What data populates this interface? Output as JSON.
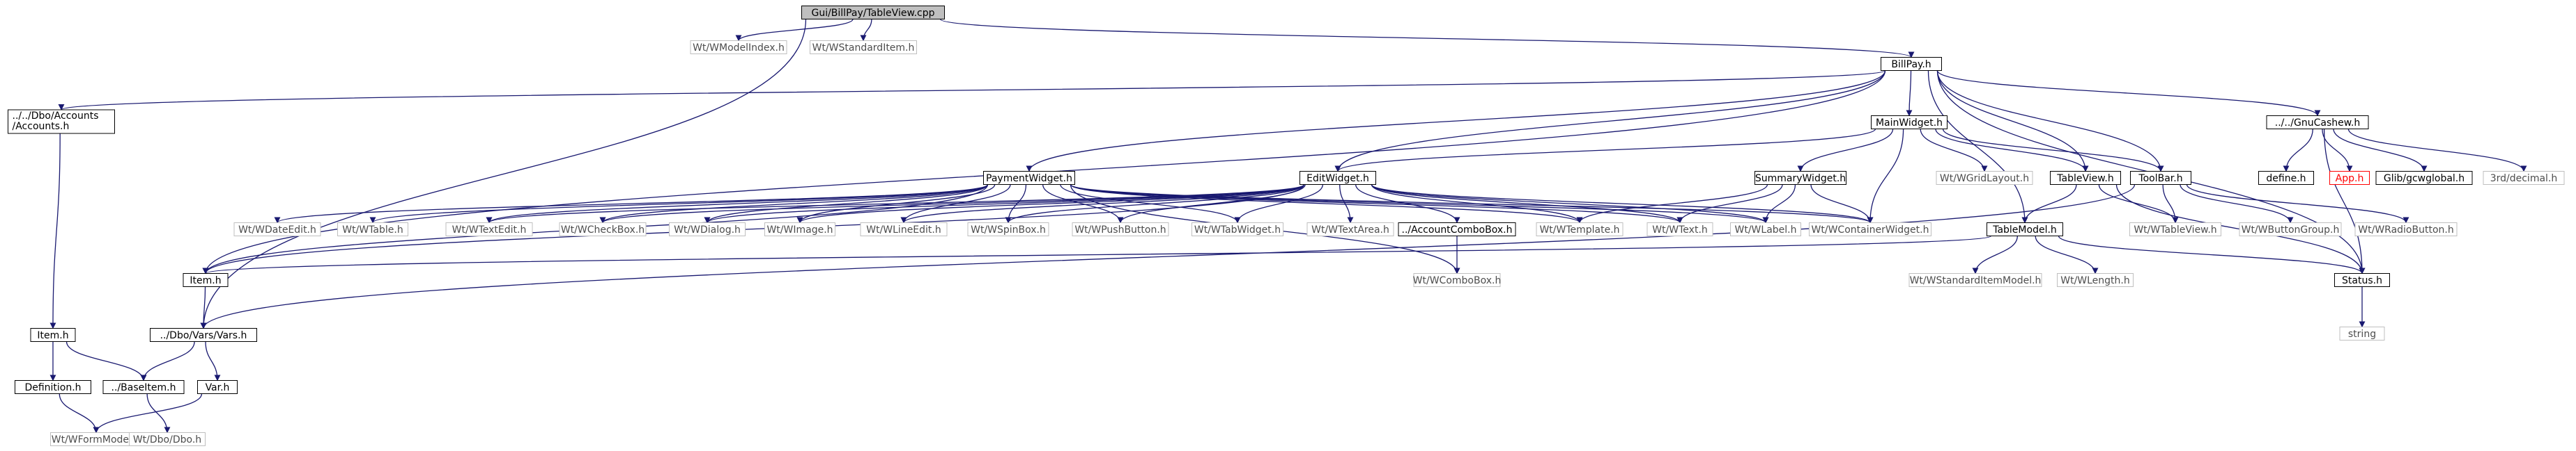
{
  "colors": {
    "edge": "#191970",
    "node_fill": "#ffffff",
    "node_stroke": "#000000",
    "node_text": "#000000",
    "external_stroke": "#bfbfbf",
    "external_text": "#4d4d4d",
    "root_fill": "#bfbfbf",
    "missing_stroke": "#ff0000",
    "missing_text": "#ff0000"
  },
  "nodes": [
    {
      "id": "tableview_cpp",
      "label": "Gui/BillPay/TableView.cpp",
      "kind": "root"
    },
    {
      "id": "wmodelindex",
      "label": "Wt/WModelIndex.h",
      "kind": "external"
    },
    {
      "id": "wstandarditem",
      "label": "Wt/WStandardItem.h",
      "kind": "external"
    },
    {
      "id": "billpay_h",
      "label": "BillPay.h",
      "kind": "normal"
    },
    {
      "id": "accounts_h",
      "label": "../../Dbo/Accounts\n/Accounts.h",
      "kind": "normal"
    },
    {
      "id": "mainwidget_h",
      "label": "MainWidget.h",
      "kind": "normal"
    },
    {
      "id": "gnucashew_h",
      "label": "../../GnuCashew.h",
      "kind": "normal"
    },
    {
      "id": "paymentwidget_h",
      "label": "PaymentWidget.h",
      "kind": "normal"
    },
    {
      "id": "editwidget_h",
      "label": "EditWidget.h",
      "kind": "normal"
    },
    {
      "id": "summarywidget_h",
      "label": "SummaryWidget.h",
      "kind": "normal"
    },
    {
      "id": "wgridlayout",
      "label": "Wt/WGridLayout.h",
      "kind": "external"
    },
    {
      "id": "tableview_h",
      "label": "TableView.h",
      "kind": "normal"
    },
    {
      "id": "toolbar_h",
      "label": "ToolBar.h",
      "kind": "normal"
    },
    {
      "id": "define_h",
      "label": "define.h",
      "kind": "normal"
    },
    {
      "id": "app_h",
      "label": "App.h",
      "kind": "missing"
    },
    {
      "id": "glib_h",
      "label": "Glib/gcwglobal.h",
      "kind": "normal"
    },
    {
      "id": "decimal",
      "label": "3rd/decimal.h",
      "kind": "external"
    },
    {
      "id": "wdateedit",
      "label": "Wt/WDateEdit.h",
      "kind": "external"
    },
    {
      "id": "wtable",
      "label": "Wt/WTable.h",
      "kind": "external"
    },
    {
      "id": "wtextedit",
      "label": "Wt/WTextEdit.h",
      "kind": "external"
    },
    {
      "id": "wcheckbox",
      "label": "Wt/WCheckBox.h",
      "kind": "external"
    },
    {
      "id": "wdialog",
      "label": "Wt/WDialog.h",
      "kind": "external"
    },
    {
      "id": "wimage",
      "label": "Wt/WImage.h",
      "kind": "external"
    },
    {
      "id": "wlineedit",
      "label": "Wt/WLineEdit.h",
      "kind": "external"
    },
    {
      "id": "wspinbox",
      "label": "Wt/WSpinBox.h",
      "kind": "external"
    },
    {
      "id": "wpushbutton",
      "label": "Wt/WPushButton.h",
      "kind": "external"
    },
    {
      "id": "wtabwidget",
      "label": "Wt/WTabWidget.h",
      "kind": "external"
    },
    {
      "id": "wtextarea",
      "label": "Wt/WTextArea.h",
      "kind": "external"
    },
    {
      "id": "accountcombobox_h",
      "label": "../AccountComboBox.h",
      "kind": "normal"
    },
    {
      "id": "wtemplate",
      "label": "Wt/WTemplate.h",
      "kind": "external"
    },
    {
      "id": "wtext",
      "label": "Wt/WText.h",
      "kind": "external"
    },
    {
      "id": "wlabel",
      "label": "Wt/WLabel.h",
      "kind": "external"
    },
    {
      "id": "wcontainerwidget",
      "label": "Wt/WContainerWidget.h",
      "kind": "external"
    },
    {
      "id": "tablemodel_h",
      "label": "TableModel.h",
      "kind": "normal"
    },
    {
      "id": "wtableview",
      "label": "Wt/WTableView.h",
      "kind": "external"
    },
    {
      "id": "wbuttongroup",
      "label": "Wt/WButtonGroup.h",
      "kind": "external"
    },
    {
      "id": "wradiobutton",
      "label": "Wt/WRadioButton.h",
      "kind": "external"
    },
    {
      "id": "item_h_upper",
      "label": "Item.h",
      "kind": "normal"
    },
    {
      "id": "wcombobox",
      "label": "Wt/WComboBox.h",
      "kind": "external"
    },
    {
      "id": "wstandarditemmodel",
      "label": "Wt/WStandardItemModel.h",
      "kind": "external"
    },
    {
      "id": "wlength",
      "label": "Wt/WLength.h",
      "kind": "external"
    },
    {
      "id": "status_h",
      "label": "Status.h",
      "kind": "normal"
    },
    {
      "id": "item_h_lower",
      "label": "Item.h",
      "kind": "normal"
    },
    {
      "id": "vars_h",
      "label": "../Dbo/Vars/Vars.h",
      "kind": "normal"
    },
    {
      "id": "string",
      "label": "string",
      "kind": "external"
    },
    {
      "id": "definition_h",
      "label": "Definition.h",
      "kind": "normal"
    },
    {
      "id": "baseitem_h",
      "label": "../BaseItem.h",
      "kind": "normal"
    },
    {
      "id": "var_h",
      "label": "Var.h",
      "kind": "normal"
    },
    {
      "id": "wformmodel",
      "label": "Wt/WFormModel.h",
      "kind": "external"
    },
    {
      "id": "wdbo",
      "label": "Wt/Dbo/Dbo.h",
      "kind": "external"
    }
  ],
  "edges": [
    [
      "tableview_cpp",
      "wmodelindex"
    ],
    [
      "tableview_cpp",
      "wstandarditem"
    ],
    [
      "tableview_cpp",
      "billpay_h"
    ],
    [
      "tableview_cpp",
      "vars_h"
    ],
    [
      "billpay_h",
      "accounts_h"
    ],
    [
      "billpay_h",
      "mainwidget_h"
    ],
    [
      "billpay_h",
      "gnucashew_h"
    ],
    [
      "billpay_h",
      "paymentwidget_h"
    ],
    [
      "billpay_h",
      "editwidget_h"
    ],
    [
      "billpay_h",
      "tableview_h"
    ],
    [
      "billpay_h",
      "toolbar_h"
    ],
    [
      "billpay_h",
      "tablemodel_h"
    ],
    [
      "billpay_h",
      "item_h_upper"
    ],
    [
      "billpay_h",
      "status_h"
    ],
    [
      "accounts_h",
      "item_h_lower"
    ],
    [
      "mainwidget_h",
      "editwidget_h"
    ],
    [
      "mainwidget_h",
      "summarywidget_h"
    ],
    [
      "mainwidget_h",
      "wgridlayout"
    ],
    [
      "mainwidget_h",
      "tableview_h"
    ],
    [
      "mainwidget_h",
      "toolbar_h"
    ],
    [
      "mainwidget_h",
      "wcontainerwidget"
    ],
    [
      "gnucashew_h",
      "define_h"
    ],
    [
      "gnucashew_h",
      "app_h"
    ],
    [
      "gnucashew_h",
      "glib_h"
    ],
    [
      "gnucashew_h",
      "decimal"
    ],
    [
      "gnucashew_h",
      "status_h"
    ],
    [
      "paymentwidget_h",
      "wdateedit"
    ],
    [
      "paymentwidget_h",
      "wtable"
    ],
    [
      "paymentwidget_h",
      "wtextedit"
    ],
    [
      "paymentwidget_h",
      "wcheckbox"
    ],
    [
      "paymentwidget_h",
      "wdialog"
    ],
    [
      "paymentwidget_h",
      "wimage"
    ],
    [
      "paymentwidget_h",
      "wlineedit"
    ],
    [
      "paymentwidget_h",
      "wspinbox"
    ],
    [
      "paymentwidget_h",
      "wpushbutton"
    ],
    [
      "paymentwidget_h",
      "wtabwidget"
    ],
    [
      "paymentwidget_h",
      "wtemplate"
    ],
    [
      "paymentwidget_h",
      "wtext"
    ],
    [
      "paymentwidget_h",
      "wlabel"
    ],
    [
      "paymentwidget_h",
      "wcontainerwidget"
    ],
    [
      "paymentwidget_h",
      "item_h_upper"
    ],
    [
      "paymentwidget_h",
      "wcombobox"
    ],
    [
      "editwidget_h",
      "wtextedit"
    ],
    [
      "editwidget_h",
      "wcheckbox"
    ],
    [
      "editwidget_h",
      "wdialog"
    ],
    [
      "editwidget_h",
      "wimage"
    ],
    [
      "editwidget_h",
      "wlineedit"
    ],
    [
      "editwidget_h",
      "wspinbox"
    ],
    [
      "editwidget_h",
      "wpushbutton"
    ],
    [
      "editwidget_h",
      "wtabwidget"
    ],
    [
      "editwidget_h",
      "wtextarea"
    ],
    [
      "editwidget_h",
      "accountcombobox_h"
    ],
    [
      "editwidget_h",
      "wtemplate"
    ],
    [
      "editwidget_h",
      "wtext"
    ],
    [
      "editwidget_h",
      "wlabel"
    ],
    [
      "editwidget_h",
      "wcontainerwidget"
    ],
    [
      "editwidget_h",
      "item_h_upper"
    ],
    [
      "summarywidget_h",
      "wtemplate"
    ],
    [
      "summarywidget_h",
      "wtext"
    ],
    [
      "summarywidget_h",
      "wlabel"
    ],
    [
      "summarywidget_h",
      "wcontainerwidget"
    ],
    [
      "tableview_h",
      "tablemodel_h"
    ],
    [
      "tableview_h",
      "wtableview"
    ],
    [
      "tableview_h",
      "status_h"
    ],
    [
      "toolbar_h",
      "wtableview"
    ],
    [
      "toolbar_h",
      "wbuttongroup"
    ],
    [
      "toolbar_h",
      "wradiobutton"
    ],
    [
      "toolbar_h",
      "vars_h"
    ],
    [
      "accountcombobox_h",
      "wcombobox"
    ],
    [
      "tablemodel_h",
      "wstandarditemmodel"
    ],
    [
      "tablemodel_h",
      "wlength"
    ],
    [
      "tablemodel_h",
      "status_h"
    ],
    [
      "tablemodel_h",
      "item_h_upper"
    ],
    [
      "item_h_upper",
      "vars_h"
    ],
    [
      "status_h",
      "string"
    ],
    [
      "item_h_lower",
      "definition_h"
    ],
    [
      "item_h_lower",
      "baseitem_h"
    ],
    [
      "vars_h",
      "baseitem_h"
    ],
    [
      "vars_h",
      "var_h"
    ],
    [
      "definition_h",
      "wformmodel"
    ],
    [
      "baseitem_h",
      "wdbo"
    ],
    [
      "var_h",
      "wformmodel"
    ]
  ]
}
